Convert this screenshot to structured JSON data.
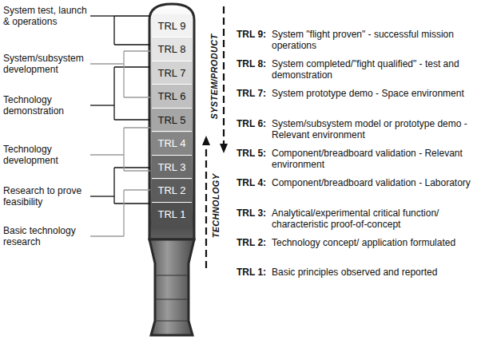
{
  "diagram": {
    "nodes": [
      {
        "text": [
          "TRL 9"
        ]
      },
      {
        "text": [
          "TRL 8"
        ]
      },
      {
        "text": [
          "TRL 7"
        ]
      },
      {
        "text": [
          "TRL 6"
        ]
      },
      {
        "text": [
          "TRL 5"
        ]
      },
      {
        "text": [
          "TRL 4"
        ]
      },
      {
        "text": [
          "TRL 3"
        ]
      },
      {
        "text": [
          "TRL 2"
        ]
      },
      {
        "text": [
          "TRL 1"
        ]
      }
    ],
    "labels": [
      "System test, launch & operations",
      "System/subsystem development",
      "Technology demonstration",
      "Technology development",
      "Research to prove feasibility",
      "Basic technology research",
      "SYSTEM/PRODUCT",
      "TECHNOLOGY",
      "TRL 9:",
      "System \"flight proven\" - successful mission operations",
      "TRL 8:",
      "System completed/\"fight qualified\" - test and demonstration",
      "TRL 7:",
      "System prototype demo - Space environment",
      "TRL 6:",
      "System/subsystem model or prototype demo - Relevant environment",
      "TRL 5:",
      "Component/breadboard validation - Relevant environment",
      "TRL 4:",
      "Component/breadboard validation - Laboratory",
      "TRL 3:",
      "Analytical/experimental critical function/ characteristic proof-of-concept",
      "TRL 2:",
      "Technology concept/ application formulated",
      "TRL 1:",
      "Basic principles observed and reported"
    ]
  }
}
